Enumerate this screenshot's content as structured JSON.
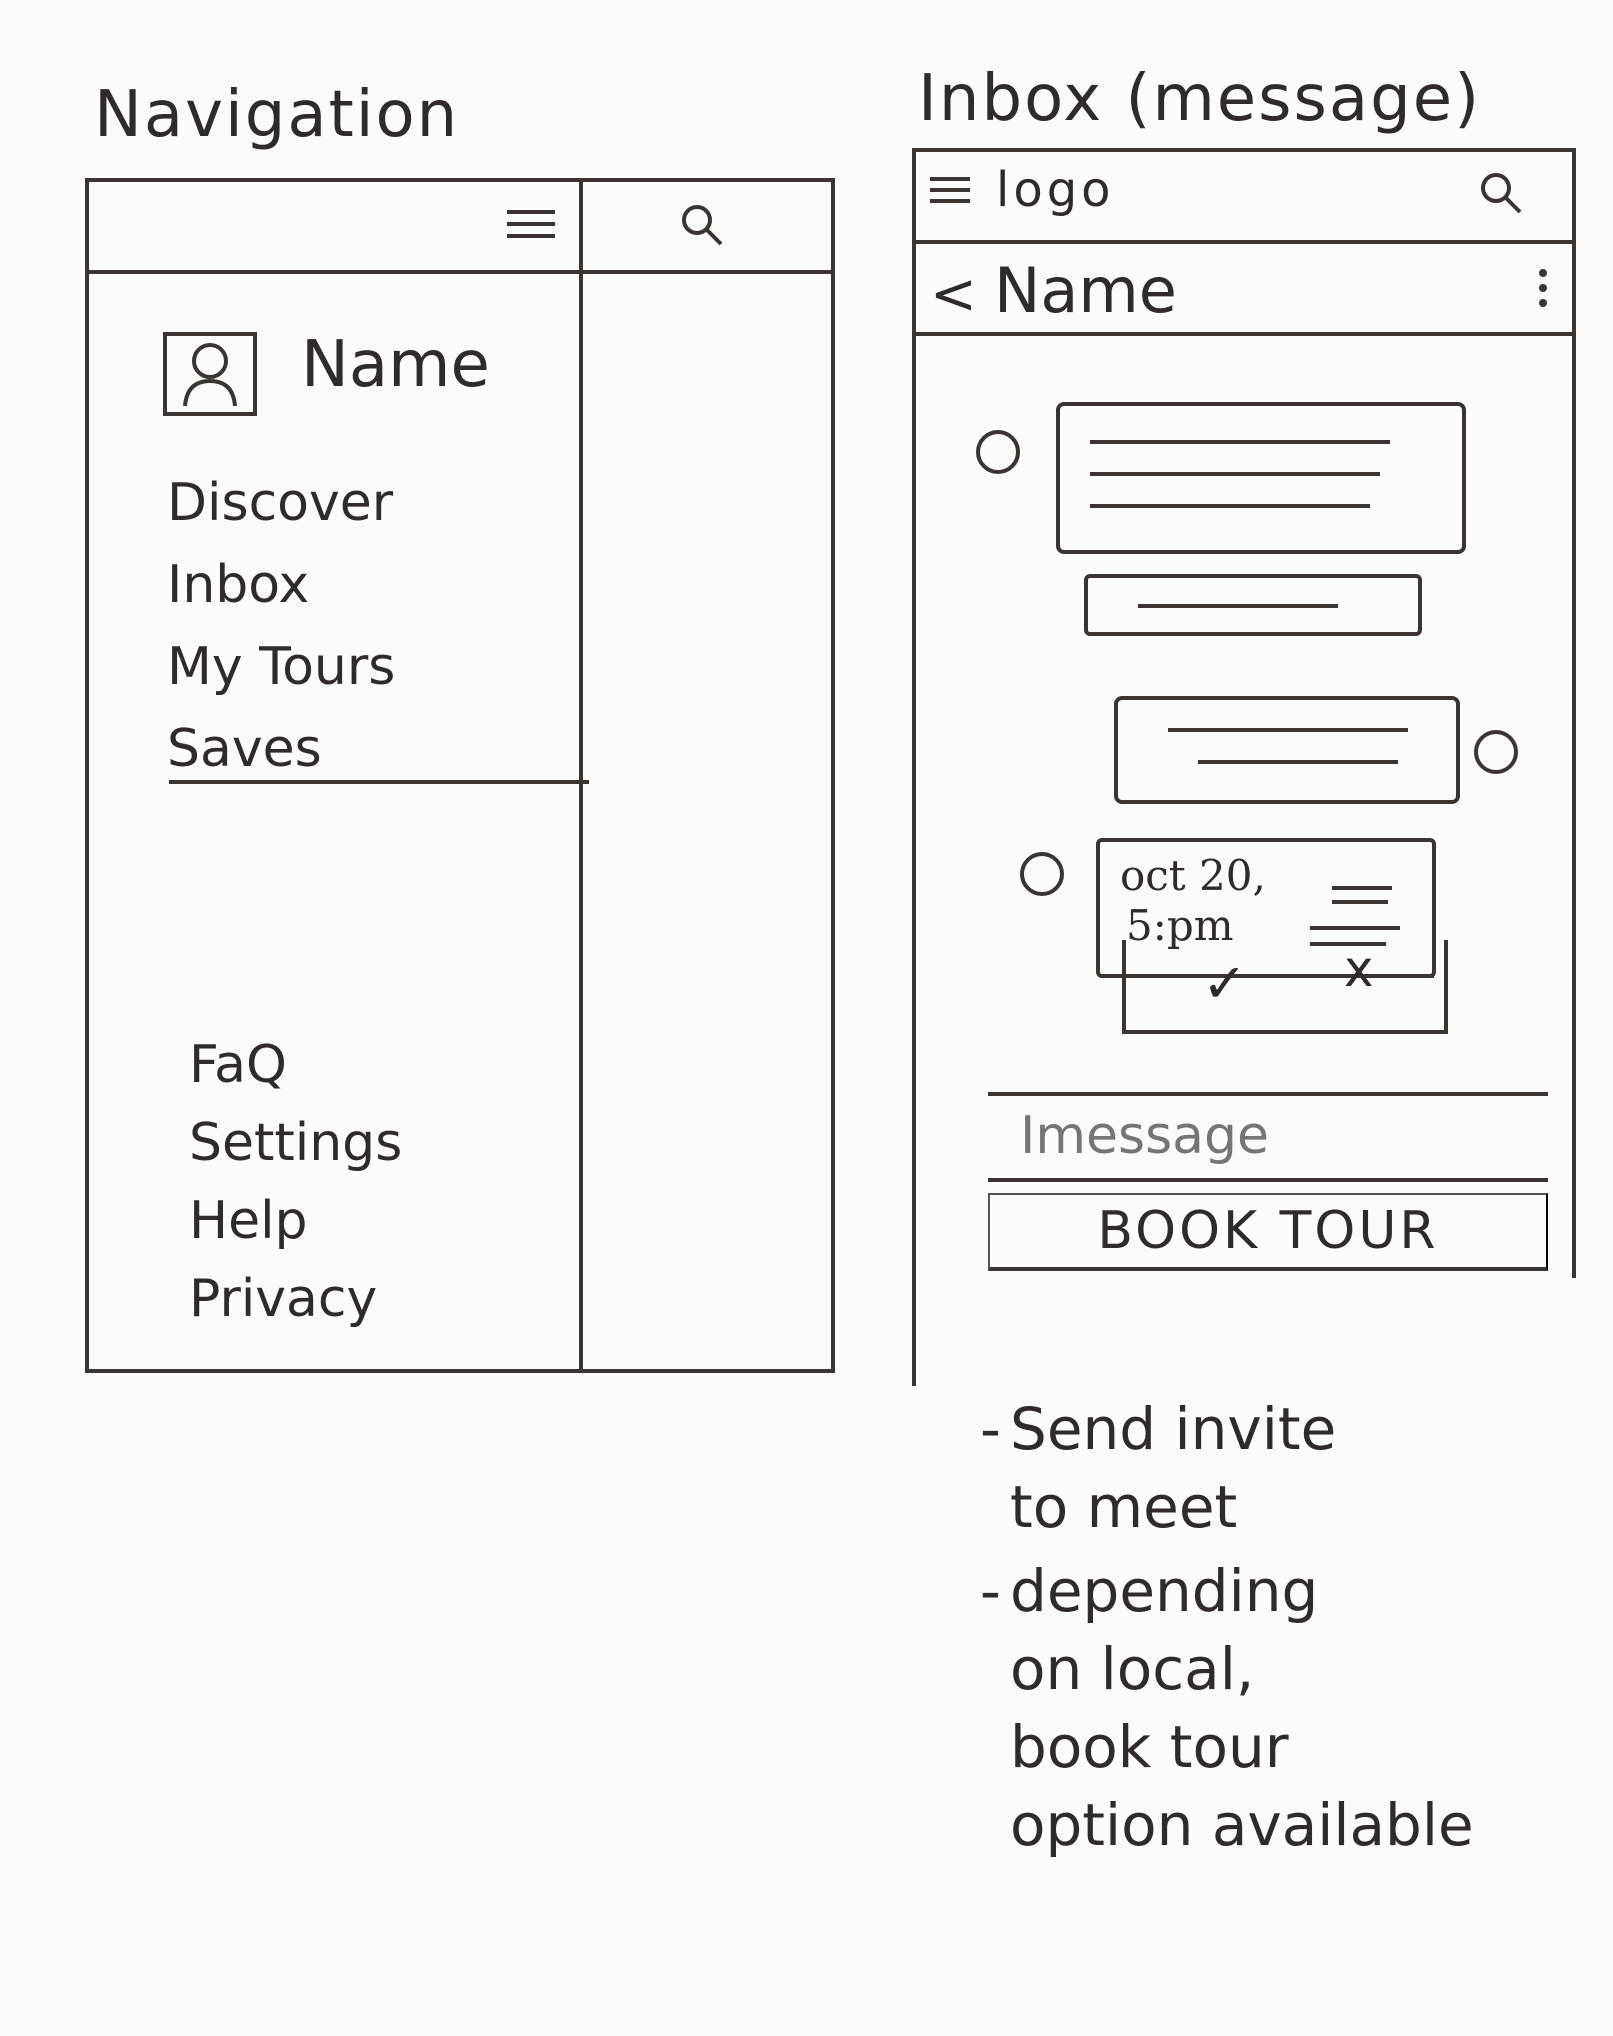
{
  "navigation": {
    "title": "Navigation",
    "user_name": "Name",
    "menu": [
      "Discover",
      "Inbox",
      "My Tours",
      "Saves"
    ],
    "footer": [
      "FaQ",
      "Settings",
      "Help",
      "Privacy"
    ],
    "icons": {
      "menu": "hamburger-icon",
      "search": "search-icon",
      "avatar": "profile-icon"
    }
  },
  "inbox": {
    "title": "Inbox (message)",
    "logo": "logo",
    "chat_name": "Name",
    "back_symbol": "<",
    "invite": {
      "time_line1": "oct 20,",
      "time_line2": "5:pm"
    },
    "accept_symbol": "✓",
    "decline_symbol": "x",
    "message_placeholder": "Imessage",
    "book_button": "BOOK TOUR",
    "icons": {
      "menu": "hamburger-icon",
      "search": "search-icon",
      "more": "kebab-icon",
      "avatar": "profile-icon"
    }
  },
  "notes": [
    {
      "prefix": "-",
      "text_line1": "Send invite",
      "text_line2": "to meet"
    },
    {
      "prefix": "-",
      "text_line1": "depending",
      "text_line2": "on local,",
      "text_line3": "book tour",
      "text_line4": "option available"
    }
  ]
}
